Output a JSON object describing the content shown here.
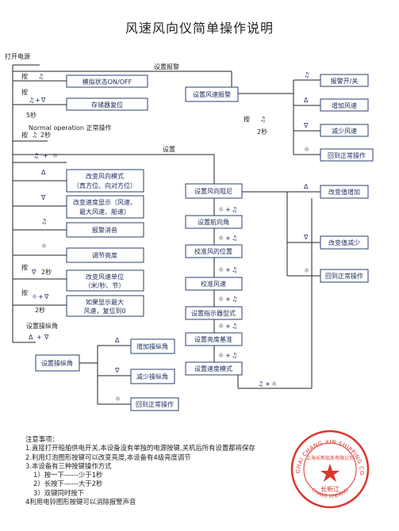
{
  "title": "风速风向仪简单操作说明",
  "symbols": {
    "bell": "♫",
    "up": "Δ",
    "down": "∇",
    "lamp": "☼",
    "plus": "+"
  },
  "labels": {
    "power_on": "打开电源",
    "press": "按",
    "press_alt": "按",
    "sec5": "5秒",
    "sec2": "2秒",
    "normal_op": "Normal operation  正常操作",
    "set_alarm": "设置报警",
    "set": "设置",
    "set_steer": "设置操纵角"
  },
  "boxes": {
    "sim_state": "模拟状态ON/OFF",
    "memory_reset": "存储器复位",
    "set_wind_alarm": "设置风速报警",
    "alarm_onoff": "报警开/关",
    "inc_wind": "增加风速",
    "dec_wind": "减少风速",
    "back_normal": "回到正常操作",
    "change_dir_mode_1": "改变风向模式",
    "change_dir_mode_2": "（真方位、向对方位）",
    "change_speed_disp_1": "改变速度显示（风速、",
    "change_speed_disp_2": "最大风速、船速）",
    "alarm_mute": "报警消音",
    "adjust_brightness": "调节亮度",
    "change_speed_unit_1": "改变风速单位",
    "change_speed_unit_2": "（米/秒、节）",
    "clear_max_1": "如果显示最大",
    "clear_max_2": "风速，复位到0",
    "set_damping": "设置风向阻尼",
    "set_heading": "设置航向角",
    "calib_position": "校准风的位置",
    "calib_speed": "校准风速",
    "set_indicator": "设置指示器型式",
    "set_bright_ref": "设置亮度基准",
    "set_speed_mode": "设置速度模式",
    "value_inc": "改变值增加",
    "value_dec": "改变值减少",
    "set_steer_angle": "设置操纵角",
    "inc_steer": "增加操纵角",
    "dec_steer": "减少操纵角"
  },
  "notes": {
    "heading": "注意事项：",
    "n1": "1.直接打开船舶供电开关,本设备没有单独的电源按键,关机后所有设置都将保存",
    "n2": "2.利用灯泡图形按键可以改变亮度,本设备有4级亮度调节",
    "n3": "3.本设备有三种按键操作方式",
    "n3a": "1）按一下------少于1秒",
    "n3b": "2）长按下------大于2秒",
    "n3c": "3）双键同时按下",
    "n4": "4利用电铃图形按键可以消除报警声音"
  },
  "seal": {
    "ring_text": "SHANGHAI CHANG XIN SHIPPING CO. LTD",
    "inner_text": "上海长新船务有限公司",
    "name": "长新江",
    "pinyin": "CHANG XINJIANG"
  },
  "colors": {
    "box_border": "#2b3f6b",
    "box_text": "#1a2a5a",
    "seal_red": "#d9372e"
  }
}
